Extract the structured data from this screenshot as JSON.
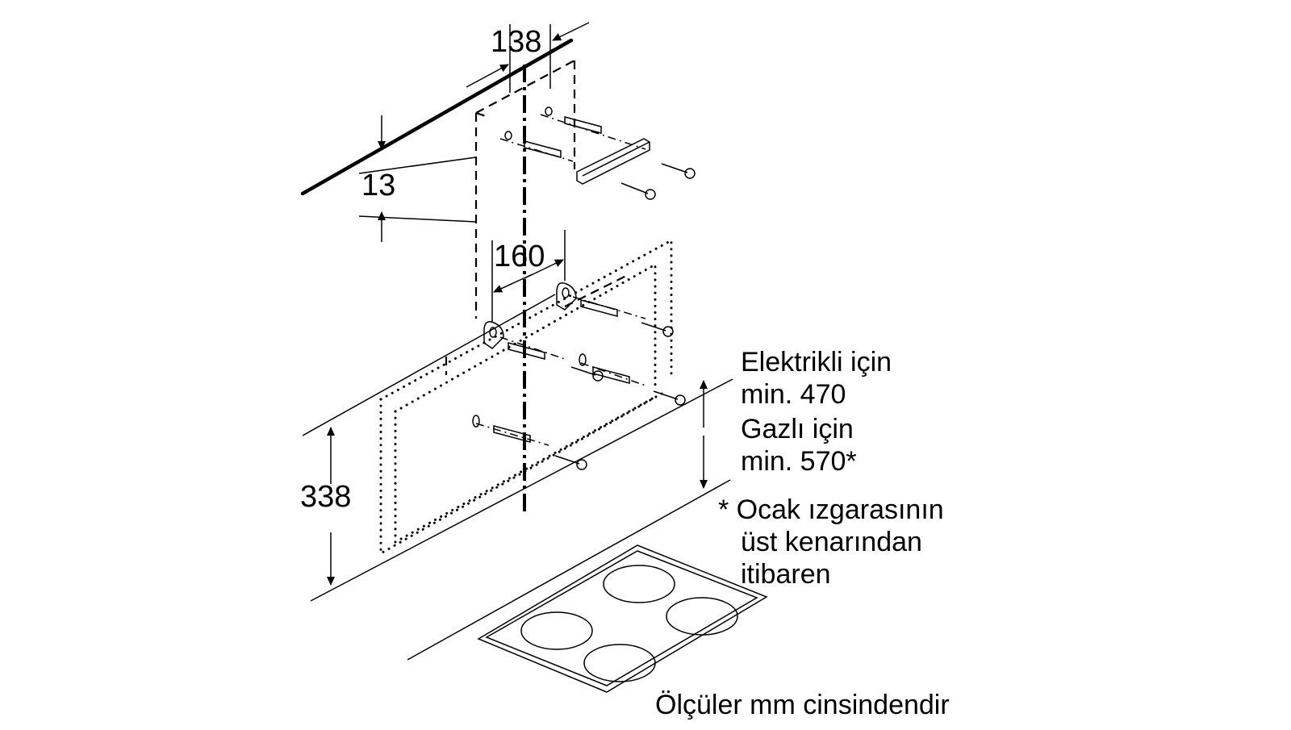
{
  "dimensions": {
    "top_width": "138",
    "top_offset": "13",
    "hole_spacing": "160",
    "height": "338"
  },
  "notes": {
    "electric_label": "Elektrikli için",
    "electric_value": "min. 470",
    "gas_label": "Gazlı için",
    "gas_value": "min. 570*",
    "footnote_line1": "* Ocak ızgarasının",
    "footnote_line2": "üst kenarından",
    "footnote_line3": "itibaren"
  },
  "units_note": "Ölçüler mm cinsindendir"
}
